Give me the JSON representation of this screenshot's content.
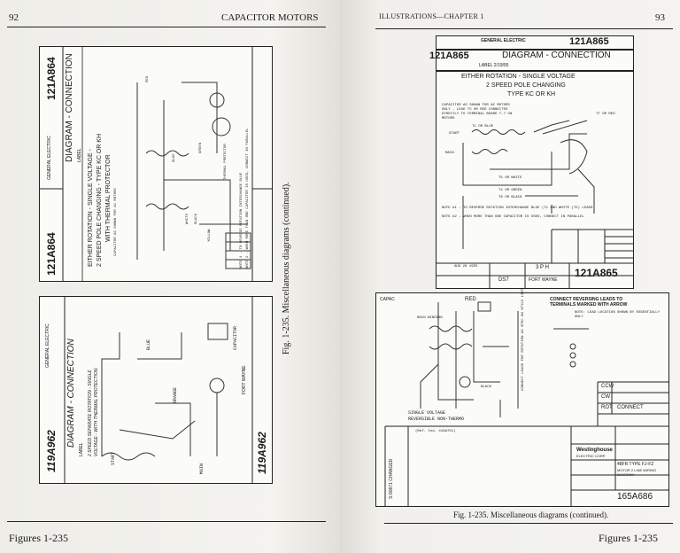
{
  "left_page": {
    "page_number": "92",
    "running_head": "CAPACITOR MOTORS",
    "footer": "Figures 1-235",
    "figure_caption": "Fig. 1-235.  Miscellaneous diagrams (continued).",
    "top_diagram": {
      "company": "GENERAL ELECTRIC",
      "number": "121A864",
      "title": "DIAGRAM - CONNECTION",
      "label": "LABEL",
      "subtitle_1": "EITHER ROTATION - SINGLE VOLTAGE -",
      "subtitle_2": "2 SPEED POLE CHANGING - TYPE KC OR KH",
      "subtitle_3": "WITH THERMAL PROTECTOR",
      "note": "CAPACITOR AS SHOWN FOR AC MOTORS",
      "note_1": "NOTE 1 - TO REVERSE ROTATION INTERCHANGE BLUE",
      "note_2": "NOTE 2 - WHEN MORE THAN ONE CAPACITOR IS USED, CONNECT IN PARALLEL",
      "wire_labels": [
        "BLUE",
        "WHITE",
        "BLACK",
        "YELLOW",
        "RED",
        "GREEN",
        "THERMAL PROTECTOR"
      ]
    },
    "bottom_diagram": {
      "company": "GENERAL ELECTRIC",
      "number": "119A962",
      "title": "DIAGRAM - CONNECTION",
      "label": "LABEL",
      "subtitle_1": "2 SPEED SEPARATE ROTATION - SINGLE",
      "subtitle_2": "VOLTAGE - WITH THERMAL PROTECTION",
      "wire_labels": [
        "START",
        "MAIN",
        "BLUE",
        "ORANGE",
        "CAPACITOR"
      ],
      "footer_text": "FORT WAYNE"
    }
  },
  "right_page": {
    "page_number": "93",
    "running_head": "ILLUSTRATIONS—CHAPTER 1",
    "footer": "Figures 1-235",
    "figure_caption": "Fig. 1-235.  Miscellaneous diagrams (continued).",
    "top_diagram": {
      "company": "GENERAL ELECTRIC",
      "number": "121A865",
      "title": "DIAGRAM - CONNECTION",
      "label": "LABEL 2/19/55",
      "subtitle_1": "EITHER ROTATION - SINGLE VOLTAGE",
      "subtitle_2": "2 SPEED POLE CHANGING",
      "subtitle_3": "TYPE KC OR KH",
      "note_cap": "CAPACITOR AS SHOWN FOR AC MOTORS ONLY - LEAD T5 OR RED CONNECTED DIRECTLY TO TERMINAL BOARD T-7 ON MOTORS",
      "wire_labels": [
        "T1 OR BLUE",
        "T5 OR WHITE",
        "T4 OR GREEN",
        "T8 OR BLACK",
        "T7 OR RED",
        "MAIN",
        "START"
      ],
      "note_1": "NOTE #1 - TO REVERSE ROTATION INTERCHANGE BLUE (T1 AND WHITE (T5) LEADS",
      "note_2": "NOTE #2 - WHEN MORE THAN ONE CAPACITOR IS USED, CONNECT IN PARALLEL",
      "date_text": "AUG 29 1955",
      "dept_code": "DS7",
      "dept": "3 P H",
      "location": "FORT WAYNE",
      "number_bottom": "121A865"
    },
    "bottom_diagram": {
      "capac_label": "CAPAC",
      "red_label": "RED",
      "main_winding": "MAIN WINDING",
      "black_label": "BLACK",
      "instruction_1": "CONNECT REVERSING LEADS TO TERMINALS MARKED WITH ARROW",
      "instruction_2": "NOTE: LEAD LOCATION SHOWN BY ESSENTIALLY ONLY",
      "side_note": "CONNECT LEADS FOR ROTATION AS SPEC ON STYLE LIST",
      "footer_note_1": "SINGLE VOLTAGE",
      "footer_note_2": "REVERSIBLE NON-THERMO",
      "ref": "(Ref. Ind. 416A751)",
      "table_rows": [
        "CCW",
        "CW",
        "ROT"
      ],
      "table_header": "CONNECT",
      "brand": "Westinghouse",
      "brand_sub": "ELECTRIC CORP.",
      "motor_type": "48FR  TYPE FJ-FZ",
      "motor_desc": "MOTOR 2 LINE WIRING DIAGRAM",
      "drawing_number": "165A686",
      "side_stamp": "S-90871 CHANGED"
    }
  }
}
